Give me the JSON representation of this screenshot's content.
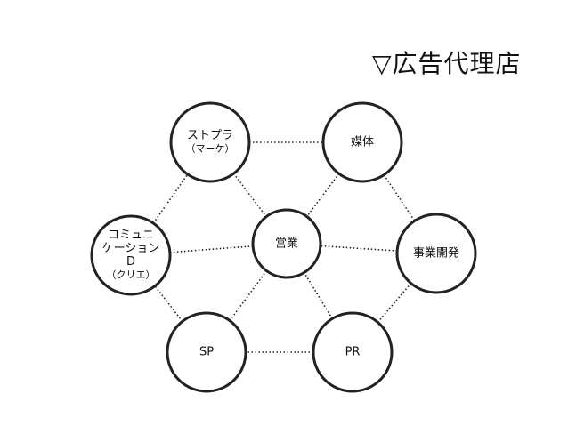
{
  "title": "▽広告代理店",
  "colors": {
    "stroke": "#222222",
    "text": "#111111",
    "background": "#ffffff"
  },
  "nodes": {
    "sutopura": {
      "lines": [
        "ストプラ",
        "（マーケ）"
      ]
    },
    "baitai": {
      "lines": [
        "媒体"
      ]
    },
    "comm": {
      "lines": [
        "コミュニ",
        "ケーション",
        "D",
        "（クリエ）"
      ]
    },
    "eigyo": {
      "lines": [
        "営業"
      ]
    },
    "jigyo": {
      "lines": [
        "事業開発"
      ]
    },
    "sp": {
      "lines": [
        "SP"
      ]
    },
    "pr": {
      "lines": [
        "PR"
      ]
    }
  },
  "links": [
    [
      "sutopura",
      "baitai"
    ],
    [
      "baitai",
      "jigyo"
    ],
    [
      "jigyo",
      "pr"
    ],
    [
      "pr",
      "sp"
    ],
    [
      "sp",
      "comm"
    ],
    [
      "comm",
      "sutopura"
    ],
    [
      "sutopura",
      "eigyo"
    ],
    [
      "baitai",
      "eigyo"
    ],
    [
      "comm",
      "eigyo"
    ],
    [
      "jigyo",
      "eigyo"
    ],
    [
      "sp",
      "eigyo"
    ],
    [
      "pr",
      "eigyo"
    ]
  ]
}
